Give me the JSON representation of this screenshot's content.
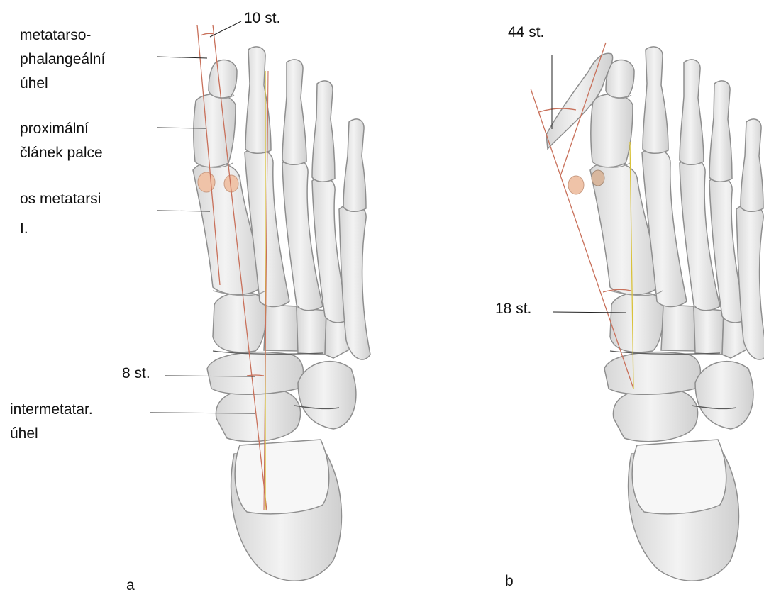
{
  "panel_a": {
    "letter": "a",
    "labels": {
      "mtp_angle_value": "10 st.",
      "mtp_angle_name": [
        "metatarso-",
        "phalangeální",
        "úhel"
      ],
      "proximal_phalanx": [
        "proximální",
        "článek palce"
      ],
      "os_metatarsi": [
        "os metatarsi",
        "I."
      ],
      "im_angle_value": "8 st.",
      "im_angle_name": [
        "intermetatar.",
        "úhel"
      ]
    }
  },
  "panel_b": {
    "letter": "b",
    "labels": {
      "mtp_angle_value": "44 st.",
      "im_angle_value": "18 st."
    }
  },
  "colors": {
    "background": "#ffffff",
    "bone_fill": "#ececec",
    "bone_stroke": "#8e8e8e",
    "sesamoid": "#efc3a8",
    "axis_line": "#c8705a",
    "axis_line_yellow": "#d9c23a",
    "leader": "#222222",
    "text": "#111111"
  }
}
